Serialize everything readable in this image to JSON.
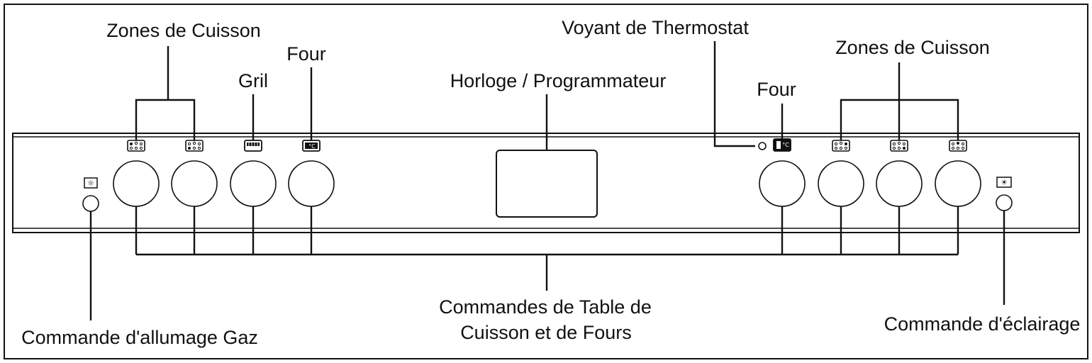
{
  "labels": {
    "zones_left": "Zones de Cuisson",
    "gril": "Gril",
    "four_left": "Four",
    "horloge": "Horloge / Programmateur",
    "voyant": "Voyant de Thermostat",
    "four_right": "Four",
    "zones_right": "Zones de Cuisson",
    "commandes_line1": "Commandes de Table de",
    "commandes_line2": "Cuisson et de Fours",
    "allumage": "Commande d'allumage Gaz",
    "eclairage": "Commande d'éclairage"
  },
  "icons": {
    "zone": "cooking-zone-icon",
    "gril": "grill-icon",
    "four": "oven-thermostat-icon",
    "ignition": "gas-ignition-icon",
    "light": "light-bulb-icon",
    "thermostat_lamp": "thermostat-indicator-lamp"
  },
  "colors": {
    "line": "#111111",
    "background": "#ffffff"
  }
}
